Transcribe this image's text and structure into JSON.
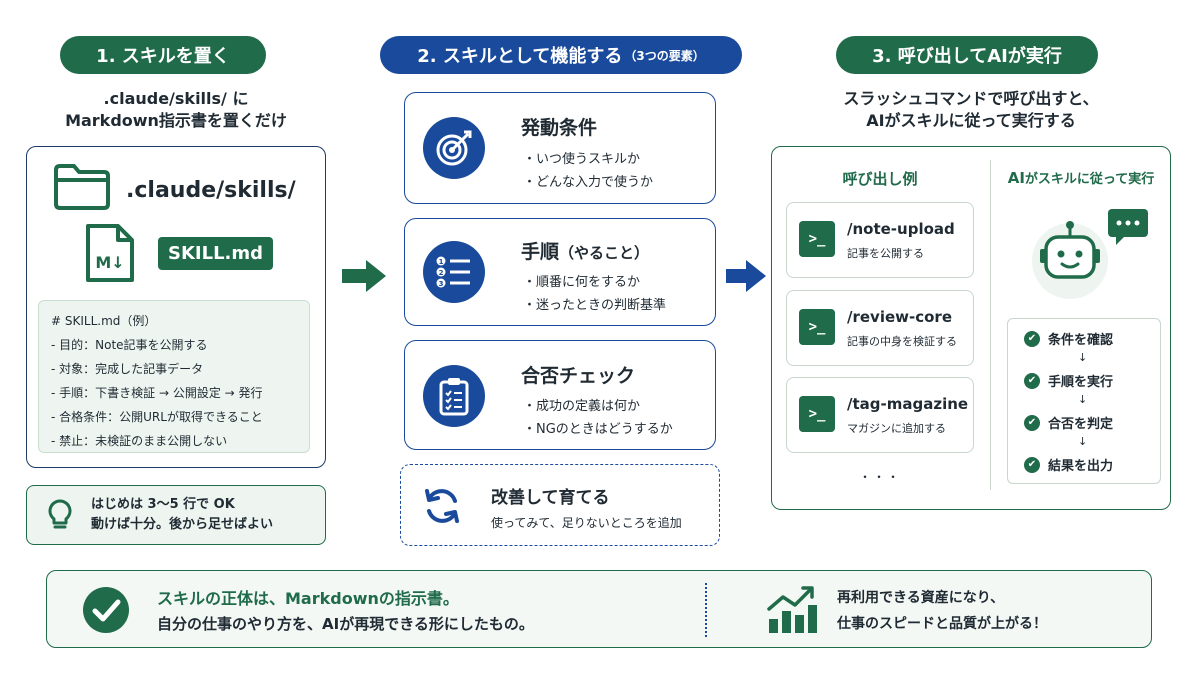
{
  "colors": {
    "green": "#1f6b4a",
    "blue": "#1a4a9b",
    "light_green": "#eef5f0"
  },
  "col1": {
    "heading": "1. スキルを置く",
    "sub1": ".claude/skills/ に",
    "sub2": "Markdown指示書を置くだけ",
    "folder_icon": "folder-icon",
    "folder_path": ".claude/skills/",
    "file_icon": "markdown-file-icon",
    "file_name": "SKILL.md",
    "code_lines": [
      "# SKILL.md（例）",
      "- 目的：Note記事を公開する",
      "- 対象：完成した記事データ",
      "- 手順：下書き検証 → 公開設定 → 発行",
      "- 合格条件：公開URLが取得できること",
      "- 禁止：未検証のまま公開しない"
    ],
    "tip_icon": "lightbulb-icon",
    "tip1": "はじめは 3～5 行で OK",
    "tip2": "動けば十分。後から足せばよい"
  },
  "col2": {
    "heading": "2. スキルとして機能する",
    "heading_small": "（3つの要素）",
    "cards": [
      {
        "icon": "target-icon",
        "title": "発動条件",
        "lines": [
          "・いつ使うスキルか",
          "・どんな入力で使うか"
        ]
      },
      {
        "icon": "numbered-list-icon",
        "title": "手順",
        "title_small": "（やること）",
        "lines": [
          "・順番に何をするか",
          "・迷ったときの判断基準"
        ]
      },
      {
        "icon": "checklist-icon",
        "title": "合否チェック",
        "lines": [
          "・成功の定義は何か",
          "・NGのときはどうするか"
        ]
      }
    ],
    "improve_icon": "refresh-icon",
    "improve_title": "改善して育てる",
    "improve_desc": "使ってみて、足りないところを追加"
  },
  "col3": {
    "heading": "3. 呼び出してAIが実行",
    "sub1": "スラッシュコマンドで呼び出すと、",
    "sub2": "AIがスキルに従って実行する",
    "examples_title": "呼び出し例",
    "commands": [
      {
        "name": "/note-upload",
        "desc": "記事を公開する"
      },
      {
        "name": "/review-core",
        "desc": "記事の中身を検証する"
      },
      {
        "name": "/tag-magazine",
        "desc": "マガジンに追加する"
      }
    ],
    "terminal_glyph": ">_",
    "more": "・・・",
    "exec_title_ai": "AI",
    "exec_title_rest": "がスキルに従って実行",
    "robot_icon": "robot-icon",
    "chat_icon": "chat-bubble-icon",
    "steps": [
      "条件を確認",
      "手順を実行",
      "合否を判定",
      "結果を出力"
    ]
  },
  "bottom": {
    "check_icon": "check-circle-icon",
    "line1": "スキルの正体は、Markdownの指示書。",
    "line2": "自分の仕事のやり方を、AIが再現できる形にしたもの。",
    "growth_icon": "growth-chart-icon",
    "right1": "再利用できる資産になり、",
    "right2": "仕事のスピードと品質が上がる！"
  }
}
